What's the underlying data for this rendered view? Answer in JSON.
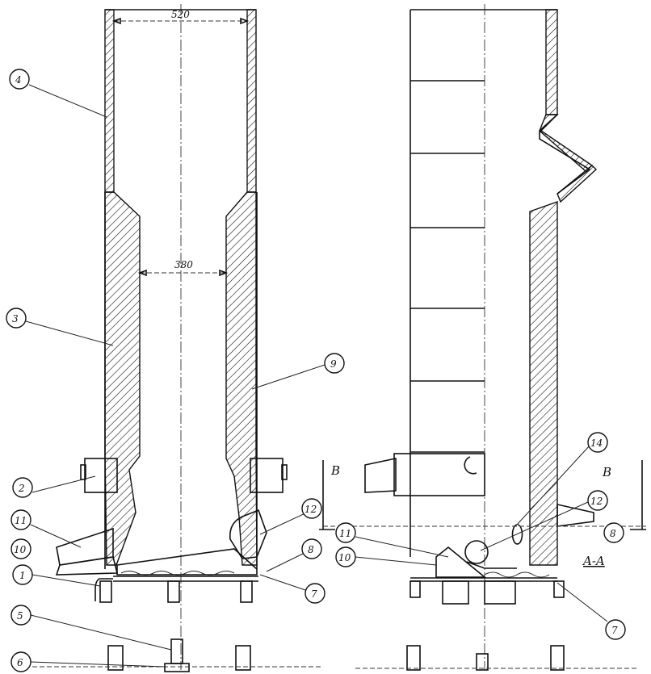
{
  "dimensions": {
    "outer_width": "520",
    "inner_width": "380"
  },
  "callouts": {
    "c1": "1",
    "c2": "2",
    "c3": "3",
    "c4": "4",
    "c5": "5",
    "c6": "6",
    "c7a": "7",
    "c7b": "7",
    "c8a": "8",
    "c8b": "8",
    "c9": "9",
    "c10a": "10",
    "c10b": "10",
    "c11a": "11",
    "c11b": "11",
    "c12a": "12",
    "c12b": "12",
    "c14": "14"
  },
  "section": {
    "marker_left": "B",
    "marker_right": "B",
    "view_label": "A-A"
  }
}
